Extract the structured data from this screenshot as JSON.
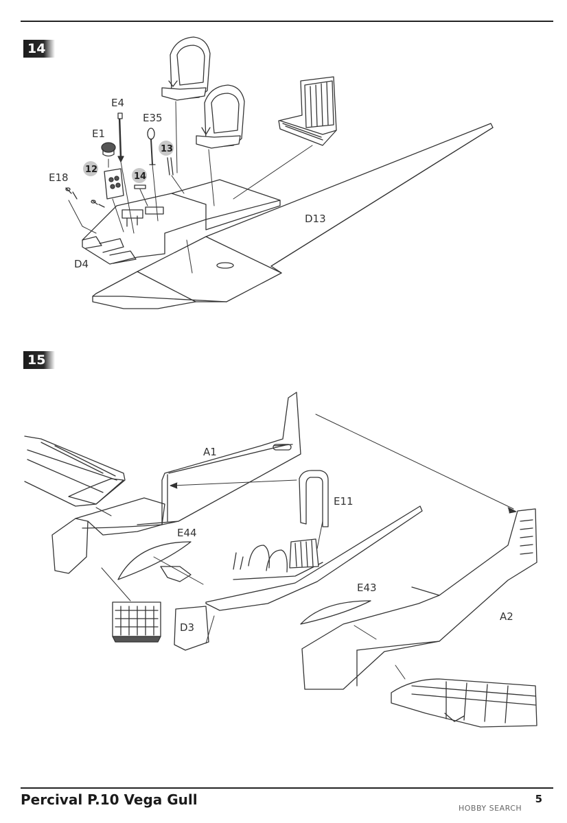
{
  "steps": [
    {
      "number": "14",
      "labels": [
        "E4",
        "E35",
        "E1",
        "13",
        "12",
        "14",
        "E18",
        "D13",
        "D4"
      ]
    },
    {
      "number": "15",
      "labels": [
        "A1",
        "E11",
        "E44",
        "E43",
        "A2",
        "D3"
      ]
    }
  ],
  "footer": {
    "title": "Percival P.10 Vega Gull",
    "page_number": "5",
    "watermark": "HOBBY SEARCH"
  }
}
